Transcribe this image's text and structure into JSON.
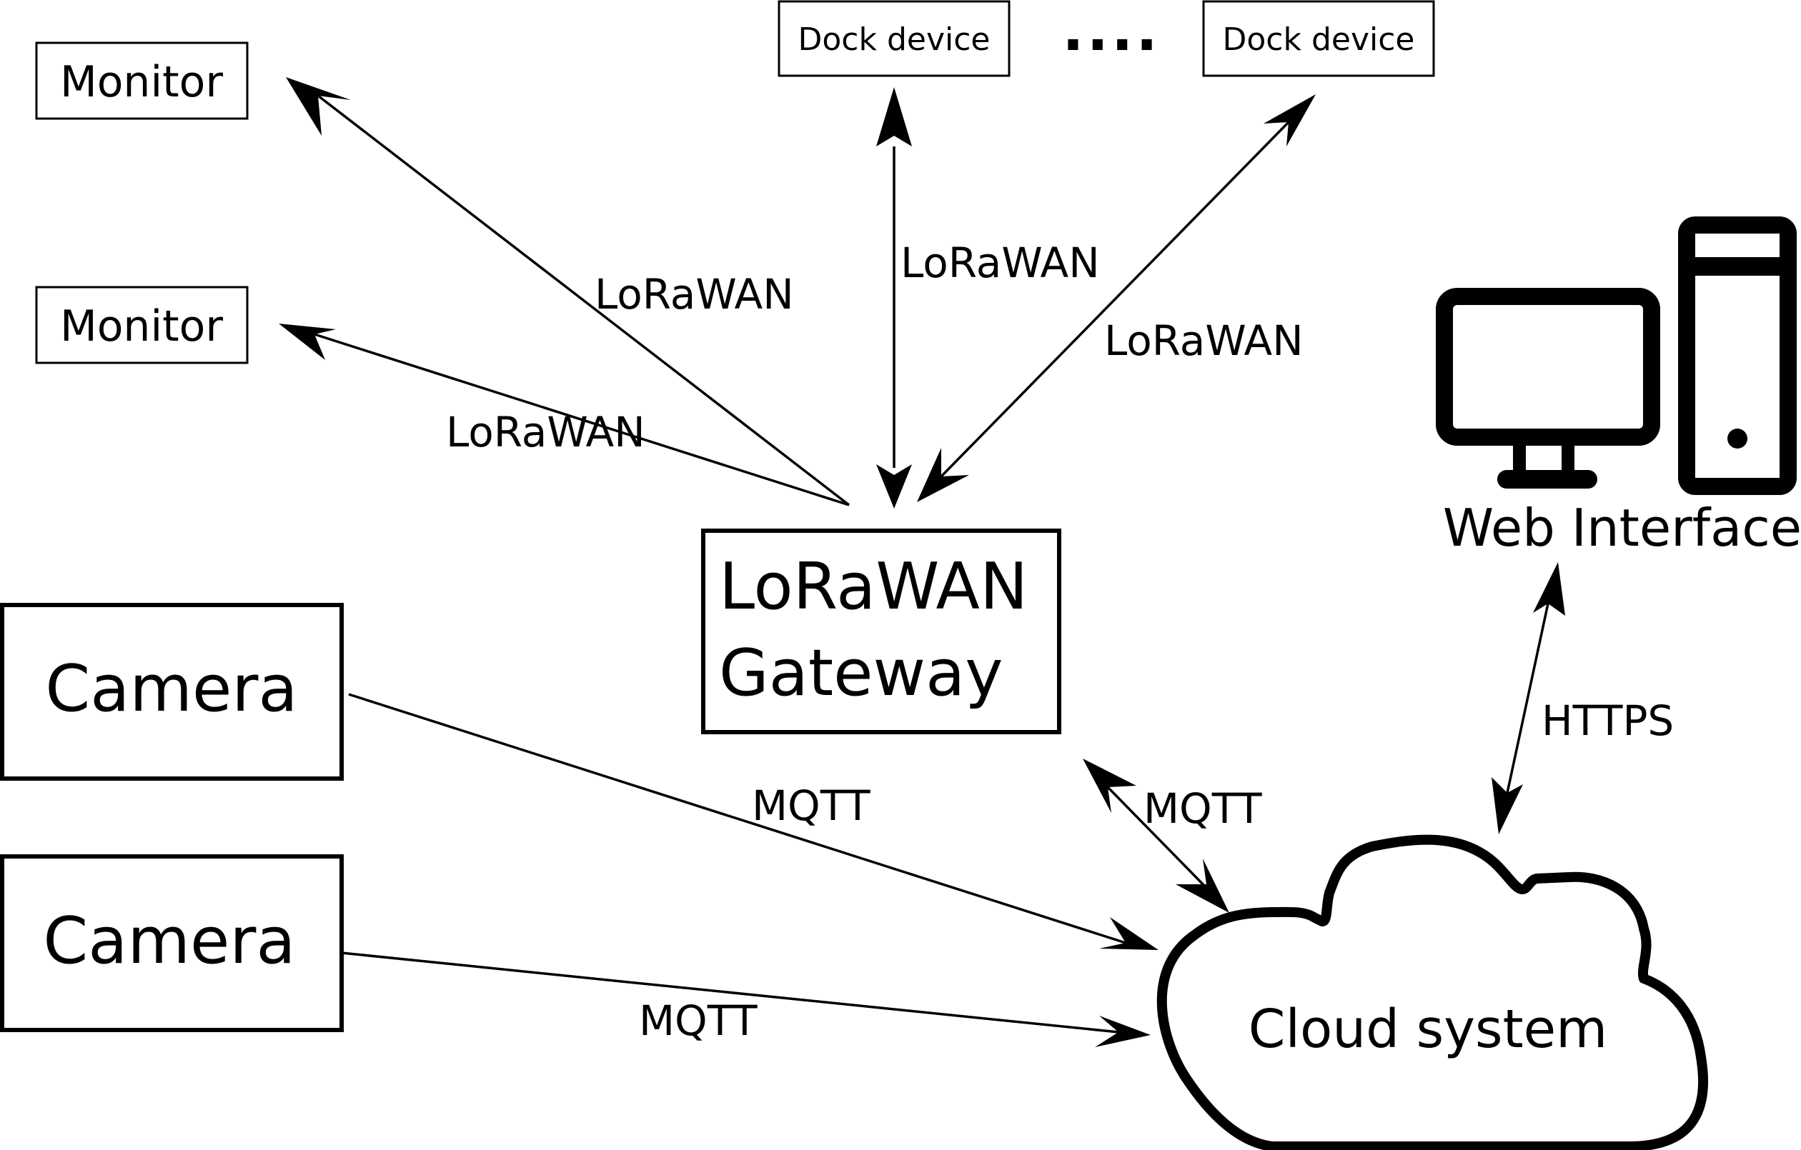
{
  "nodes": {
    "monitor_1": "Monitor",
    "monitor_2": "Monitor",
    "dock_device_1": "Dock device",
    "dock_device_2": "Dock device",
    "dock_ellipsis": "....",
    "gateway_line_1": "LoRaWAN",
    "gateway_line_2": "Gateway",
    "camera_1": "Camera",
    "camera_2": "Camera",
    "cloud": "Cloud system",
    "web_interface": "Web Interface"
  },
  "edges": {
    "gateway_monitor_1": "LoRaWAN",
    "gateway_monitor_2": "LoRaWAN",
    "gateway_dock_1": "LoRaWAN",
    "gateway_dock_2": "LoRaWAN",
    "camera_1_cloud": "MQTT",
    "camera_2_cloud": "MQTT",
    "gateway_cloud": "MQTT",
    "web_cloud": "HTTPS"
  },
  "icons": {
    "web_interface": "desktop-computer-icon",
    "cloud": "cloud-icon"
  },
  "colors": {
    "stroke": "#000000",
    "background": "#ffffff"
  }
}
